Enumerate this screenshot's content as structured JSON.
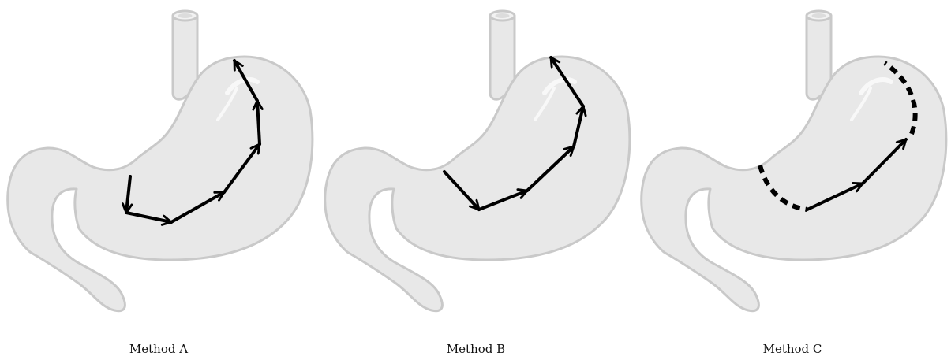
{
  "colors": {
    "stomach_fill": "#e8e8e8",
    "stomach_outline": "#c9c9c9",
    "highlight": "#f8f8f8",
    "arrow": "#000000"
  },
  "methods": [
    {
      "label": "Method A"
    },
    {
      "label": "Method B"
    },
    {
      "label": "Method C"
    }
  ]
}
